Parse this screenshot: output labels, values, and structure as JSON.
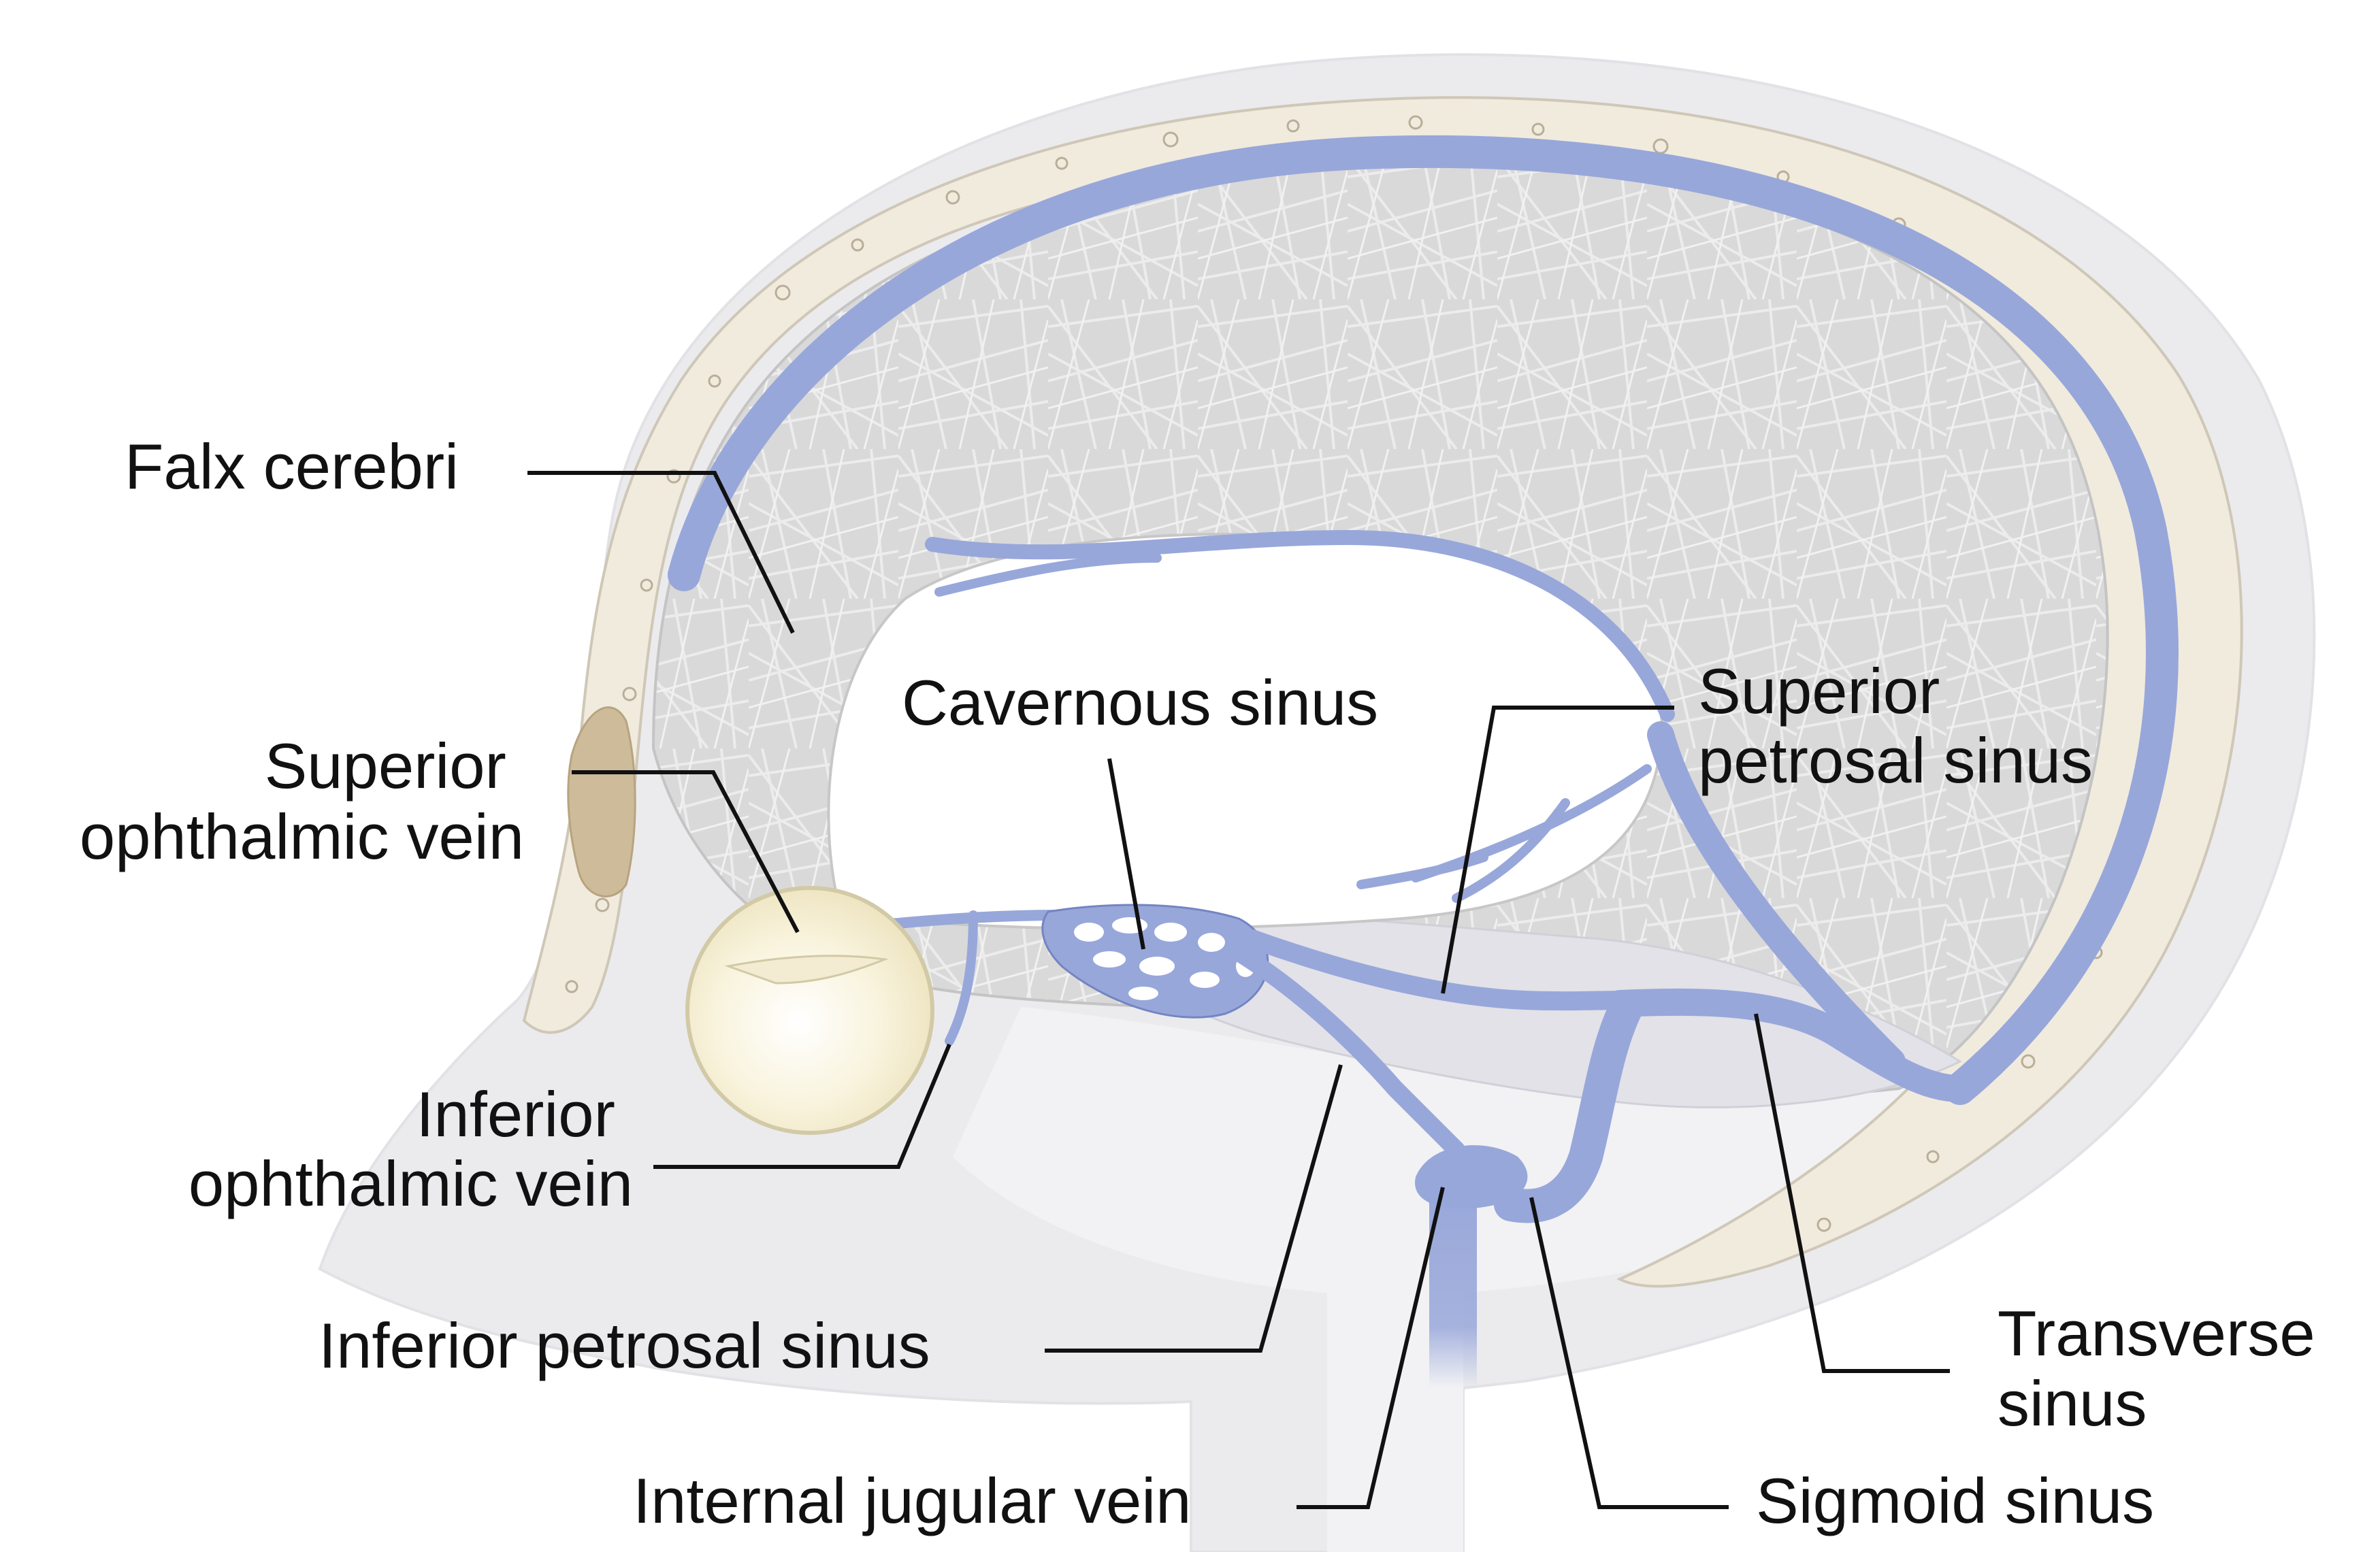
{
  "figure": {
    "labels": {
      "falx_cerebri": "Falx cerebri",
      "cavernous_sinus": "Cavernous sinus",
      "superior_petrosal_sinus": [
        "Superior",
        "petrosal sinus"
      ],
      "superior_ophthalmic_vein": [
        "Superior",
        "ophthalmic vein"
      ],
      "inferior_ophthalmic_vein": [
        "Inferior",
        "ophthalmic vein"
      ],
      "inferior_petrosal_sinus": "Inferior petrosal sinus",
      "internal_jugular_vein": "Internal jugular vein",
      "sigmoid_sinus": "Sigmoid sinus",
      "transverse_sinus": [
        "Transverse",
        "sinus"
      ]
    },
    "colors": {
      "venous_blue": "#98a7da",
      "bone": "#f1ebde",
      "skin": "#ebebee",
      "falx": "#d6d6d6",
      "eye": "#f4efd4",
      "label_text": "#111111"
    }
  }
}
